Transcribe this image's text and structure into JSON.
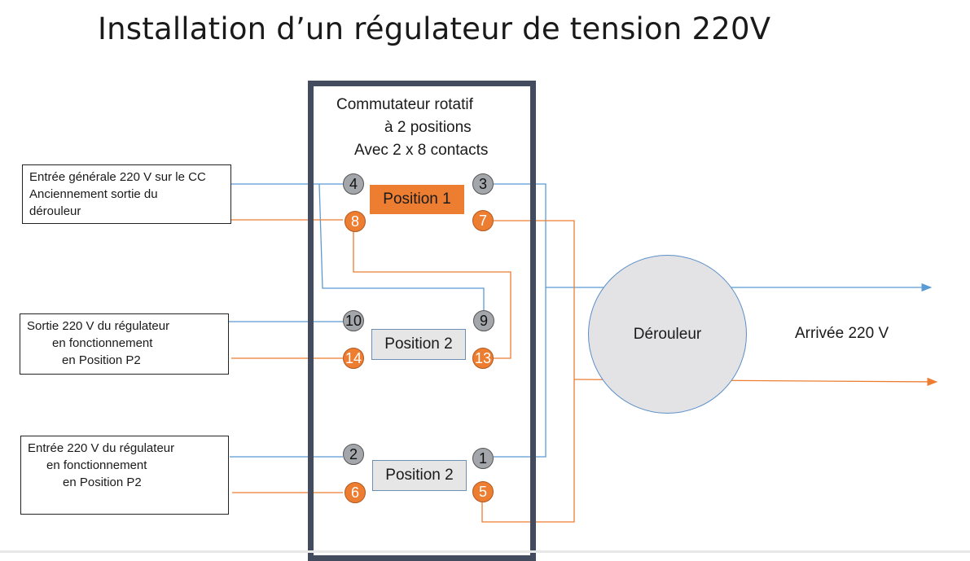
{
  "title": "Installation d’un régulateur de tension 220V",
  "colors": {
    "wire_blue": "#5b9bd5",
    "wire_orange": "#ed7d31",
    "contact_grey": "#a3a6ab",
    "contact_orange": "#ed7d31",
    "frame": "#434c5e"
  },
  "switch": {
    "title_lines": [
      "Commutateur rotatif",
      "à 2 positions",
      "Avec 2 x 8 contacts"
    ]
  },
  "notes": [
    {
      "lines": [
        "Entrée générale 220 V sur le CC",
        "Anciennement sortie du",
        "dérouleur"
      ]
    },
    {
      "lines": [
        "Sortie 220 V du régulateur",
        "en fonctionnement",
        "en Position P2"
      ]
    },
    {
      "lines": [
        "Entrée 220 V du régulateur",
        "en fonctionnement",
        "en  Position P2"
      ]
    }
  ],
  "positions": [
    "Position 1",
    "Position 2",
    "Position 2"
  ],
  "contacts": [
    "4",
    "3",
    "8",
    "7",
    "9",
    "10",
    "14",
    "13",
    "2",
    "1",
    "6",
    "5"
  ],
  "derouleur": "Dérouleur",
  "arrivee": "Arrivée 220 V"
}
